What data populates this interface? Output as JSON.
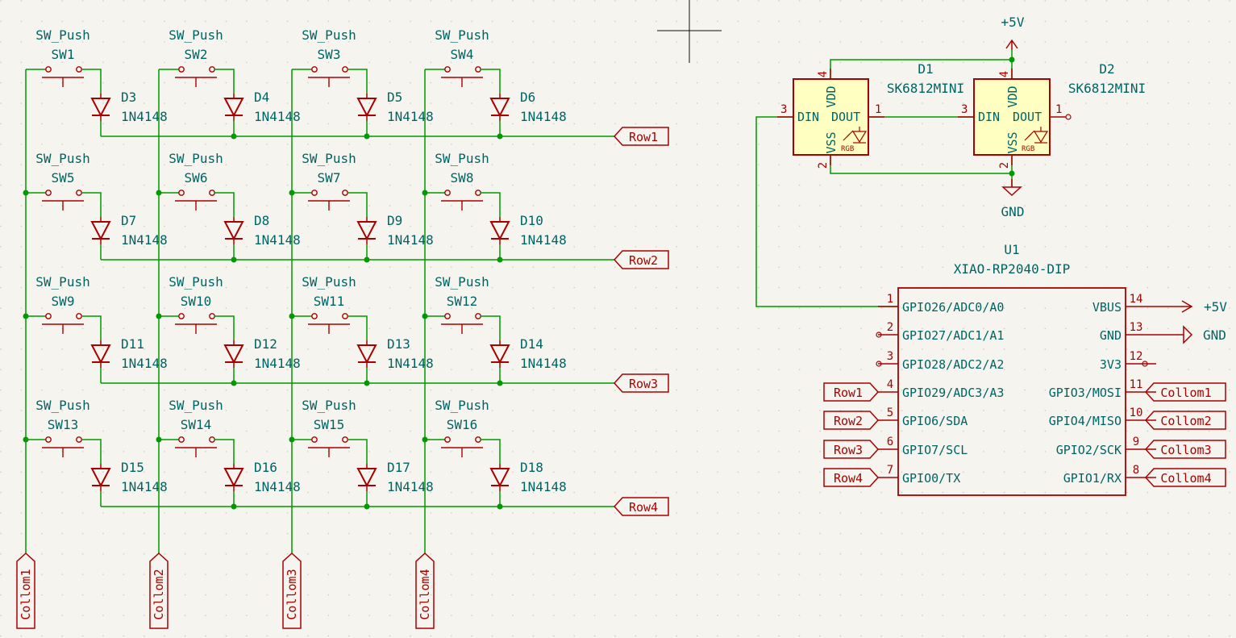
{
  "colors": {
    "background": "#f5f4ef",
    "wire": "#009900",
    "symbol": "#a90000",
    "text": "#006464",
    "body_fill": "#ffffc2"
  },
  "switch_value": "SW_Push",
  "diode_value": "1N4148",
  "rows": [
    "Row1",
    "Row2",
    "Row3",
    "Row4"
  ],
  "columns": [
    "Collom1",
    "Collom2",
    "Collom3",
    "Collom4"
  ],
  "switches": [
    "SW1",
    "SW2",
    "SW3",
    "SW4",
    "SW5",
    "SW6",
    "SW7",
    "SW8",
    "SW9",
    "SW10",
    "SW11",
    "SW12",
    "SW13",
    "SW14",
    "SW15",
    "SW16"
  ],
  "diodes": [
    "D3",
    "D4",
    "D5",
    "D6",
    "D7",
    "D8",
    "D9",
    "D10",
    "D11",
    "D12",
    "D13",
    "D14",
    "D15",
    "D16",
    "D17",
    "D18"
  ],
  "leds": [
    {
      "ref": "D1",
      "value": "SK6812MINI",
      "pin_vdd": "VDD",
      "pin_vss": "VSS",
      "pin_din": "DIN",
      "pin_dout": "DOUT",
      "rgb": "RGB",
      "num_vdd": "4",
      "num_vss": "2",
      "num_din": "3",
      "num_dout": "1"
    },
    {
      "ref": "D2",
      "value": "SK6812MINI",
      "pin_vdd": "VDD",
      "pin_vss": "VSS",
      "pin_din": "DIN",
      "pin_dout": "DOUT",
      "rgb": "RGB",
      "num_vdd": "4",
      "num_vss": "2",
      "num_din": "3",
      "num_dout": "1"
    }
  ],
  "power": {
    "plus5v": "+5V",
    "gnd": "GND"
  },
  "mcu": {
    "ref": "U1",
    "value": "XIAO-RP2040-DIP",
    "left_pins": [
      {
        "num": "1",
        "name": "GPIO26/ADC0/A0"
      },
      {
        "num": "2",
        "name": "GPIO27/ADC1/A1"
      },
      {
        "num": "3",
        "name": "GPIO28/ADC2/A2"
      },
      {
        "num": "4",
        "name": "GPIO29/ADC3/A3",
        "net": "Row1"
      },
      {
        "num": "5",
        "name": "GPIO6/SDA",
        "net": "Row2"
      },
      {
        "num": "6",
        "name": "GPIO7/SCL",
        "net": "Row3"
      },
      {
        "num": "7",
        "name": "GPIO0/TX",
        "net": "Row4"
      }
    ],
    "right_pins": [
      {
        "num": "14",
        "name": "VBUS",
        "net": "+5V"
      },
      {
        "num": "13",
        "name": "GND",
        "net": "GND"
      },
      {
        "num": "12",
        "name": "3V3"
      },
      {
        "num": "11",
        "name": "GPIO3/MOSI",
        "net": "Collom1"
      },
      {
        "num": "10",
        "name": "GPIO4/MISO",
        "net": "Collom2"
      },
      {
        "num": "9",
        "name": "GPIO2/SCK",
        "net": "Collom3"
      },
      {
        "num": "8",
        "name": "GPIO1/RX",
        "net": "Collom4"
      }
    ]
  }
}
